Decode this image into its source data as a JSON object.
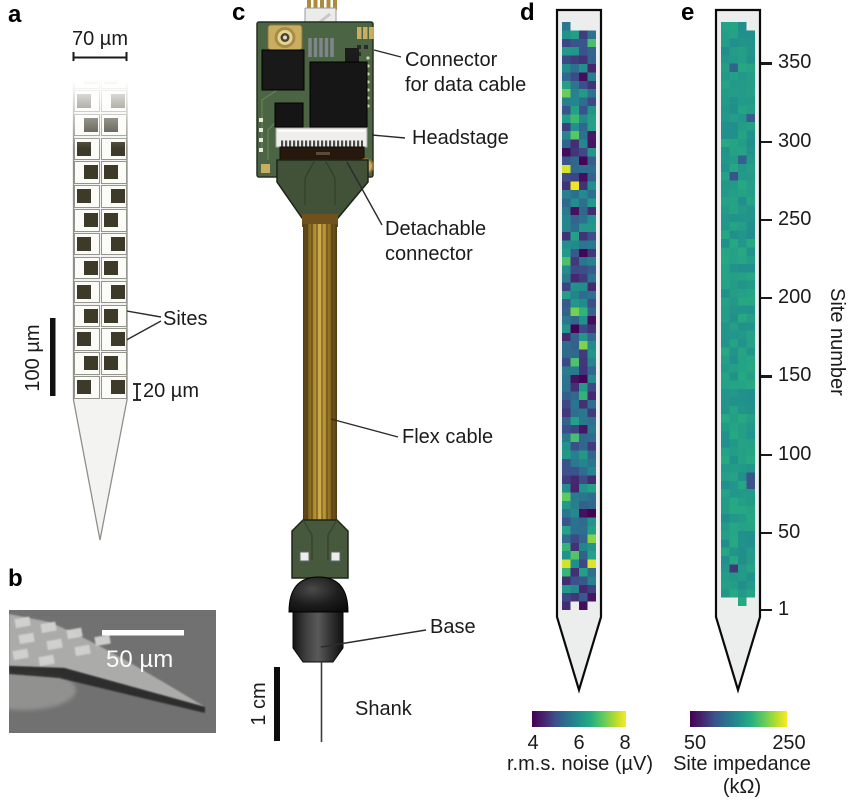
{
  "panels": {
    "a": {
      "label": "a",
      "width_label": "70 µm",
      "scale_label": "100 µm",
      "sites_label": "Sites",
      "site_size_label": "20 µm",
      "grid": {
        "rows": 14,
        "cols": 2
      },
      "site_color": "#3e3a2a"
    },
    "b": {
      "label": "b",
      "scale_label": "50 µm"
    },
    "c": {
      "label": "c",
      "connector_label_1": "Connector",
      "connector_label_2": "for data cable",
      "headstage_label": "Headstage",
      "detachable_label_1": "Detachable",
      "detachable_label_2": "connector",
      "flex_label": "Flex cable",
      "base_label": "Base",
      "shank_label": "Shank",
      "scale_label": "1 cm",
      "pcb_color": "#4b6443",
      "flex_color": "#b28f2e"
    },
    "d": {
      "label": "d",
      "colorbar_ticks": [
        "4",
        "6",
        "8"
      ],
      "colorbar_title": "r.m.s. noise (µV)"
    },
    "e": {
      "label": "e",
      "colorbar_ticks": [
        "50",
        "250"
      ],
      "colorbar_title_1": "Site impedance",
      "colorbar_title_2": "(kΩ)",
      "axis_label": "Site number"
    }
  },
  "viridis_stops": [
    [
      0,
      "#440154"
    ],
    [
      0.125,
      "#46246e"
    ],
    [
      0.25,
      "#3b518b"
    ],
    [
      0.375,
      "#2c718e"
    ],
    [
      0.5,
      "#21908c"
    ],
    [
      0.625,
      "#27ad81"
    ],
    [
      0.75,
      "#5cc863"
    ],
    [
      0.875,
      "#aadc32"
    ],
    [
      1,
      "#fde725"
    ]
  ],
  "chart_data": [
    {
      "id": "panel_d_heatmap",
      "type": "heatmap",
      "title": "r.m.s. noise (µV)",
      "units": "µV",
      "colormap": "viridis",
      "color_range": [
        4,
        8
      ],
      "colorbar_ticks": [
        4,
        6,
        8
      ],
      "legend_position": "bottom",
      "grid": {
        "rows": 70,
        "cols": 4
      },
      "value_model": {
        "seed": 20,
        "base_range": [
          4.5,
          6.3
        ],
        "p_low": 0.06,
        "low_range": [
          4.0,
          4.35
        ],
        "p_mid_high": 0.06,
        "mid_high_range": [
          6.6,
          7.3
        ],
        "p_high": 0.02,
        "high_range": [
          7.7,
          8.0
        ],
        "edge_skip": {
          "first_row_p": 0.5,
          "last_row_p": 0.45
        }
      },
      "description": "Per-site r.m.s. noise across probe sites; mostly 4.5-6.5 uV (blue) with sparse bright green/yellow outliers near 7-8 uV and a few dark ~4 uV sites"
    },
    {
      "id": "panel_e_heatmap",
      "type": "heatmap",
      "title": "Site impedance (kΩ)",
      "units": "kΩ",
      "colormap": "viridis",
      "color_range": [
        50,
        250
      ],
      "colorbar_ticks": [
        50,
        250
      ],
      "legend_position": "bottom",
      "grid": {
        "rows": 70,
        "cols": 4
      },
      "axis": {
        "label": "Site number",
        "ticks": [
          350,
          300,
          250,
          200,
          150,
          100,
          50,
          1
        ],
        "tick_side": "right"
      },
      "value_model": {
        "seed": 77,
        "base_range": [
          148,
          172
        ],
        "p_low": 0.03,
        "low_range": [
          85,
          115
        ],
        "p_mid_high": 0.004,
        "mid_high_range": [
          205,
          225
        ],
        "p_high": 0.0,
        "high_range": [
          230,
          240
        ],
        "edge_skip": {
          "first_row_p": 0.3,
          "last_row_p": 0.4
        }
      },
      "description": "Per-site impedance ~150-170 kOhm (teal) with sparse low-impedance blue sites"
    }
  ]
}
